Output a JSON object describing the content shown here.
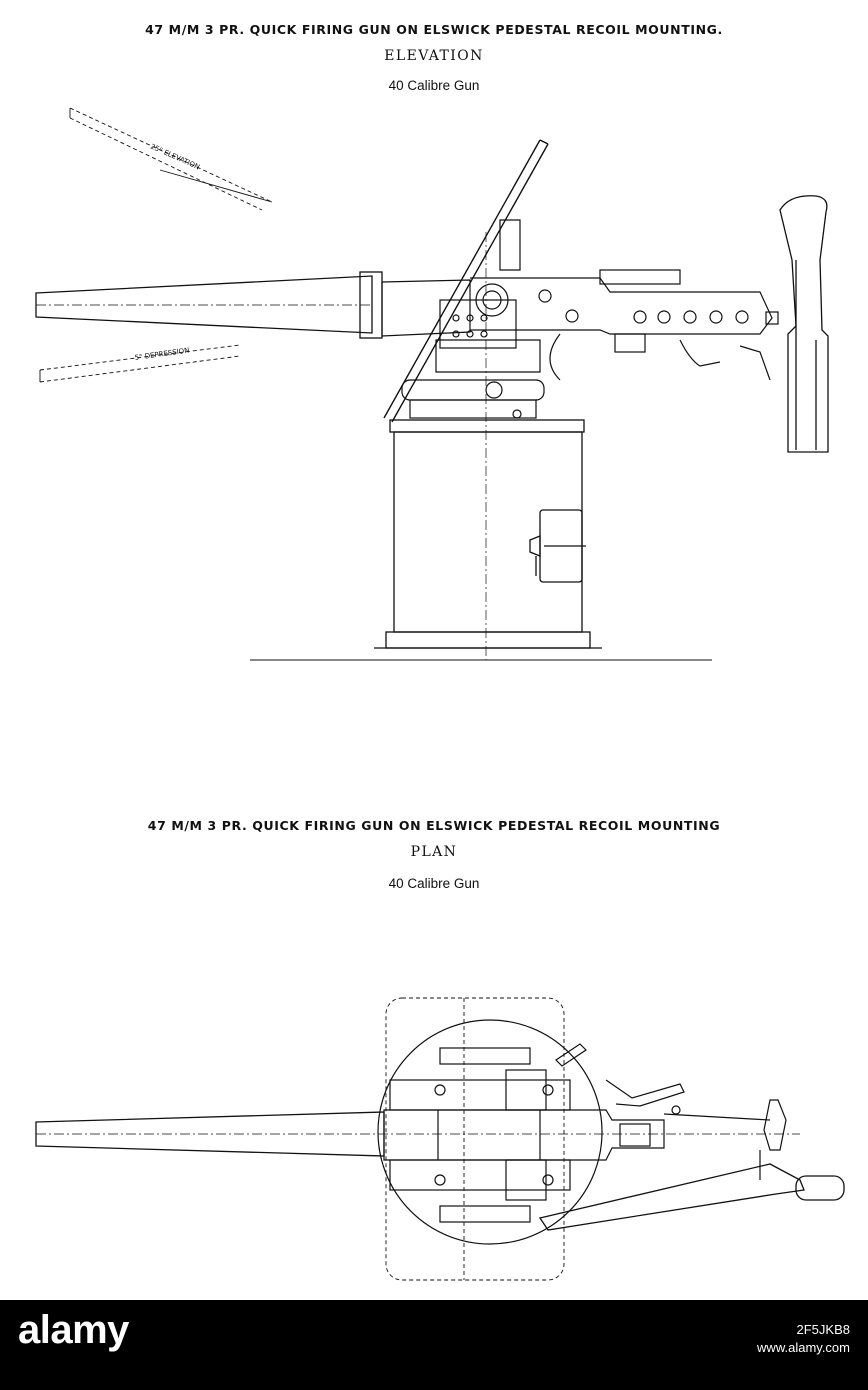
{
  "elevation": {
    "title": "47 M/M 3 PR. QUICK FIRING GUN ON ELSWICK PEDESTAL RECOIL MOUNTING.",
    "view": "ELEVATION",
    "calibre": "40 Calibre Gun",
    "elevation_label": "25° ELEVATION",
    "depression_label": "5° DEPRESSION"
  },
  "plan": {
    "title": "47 M/M 3 PR. QUICK FIRING GUN ON ELSWICK PEDESTAL RECOIL MOUNTING",
    "view": "PLAN",
    "calibre": "40 Calibre Gun"
  },
  "watermark": {
    "brand": "alamy",
    "image_id": "2F5JKB8",
    "url": "www.alamy.com"
  },
  "colors": {
    "ink": "#111111",
    "paper": "#ffffff",
    "footer": "#000000"
  }
}
